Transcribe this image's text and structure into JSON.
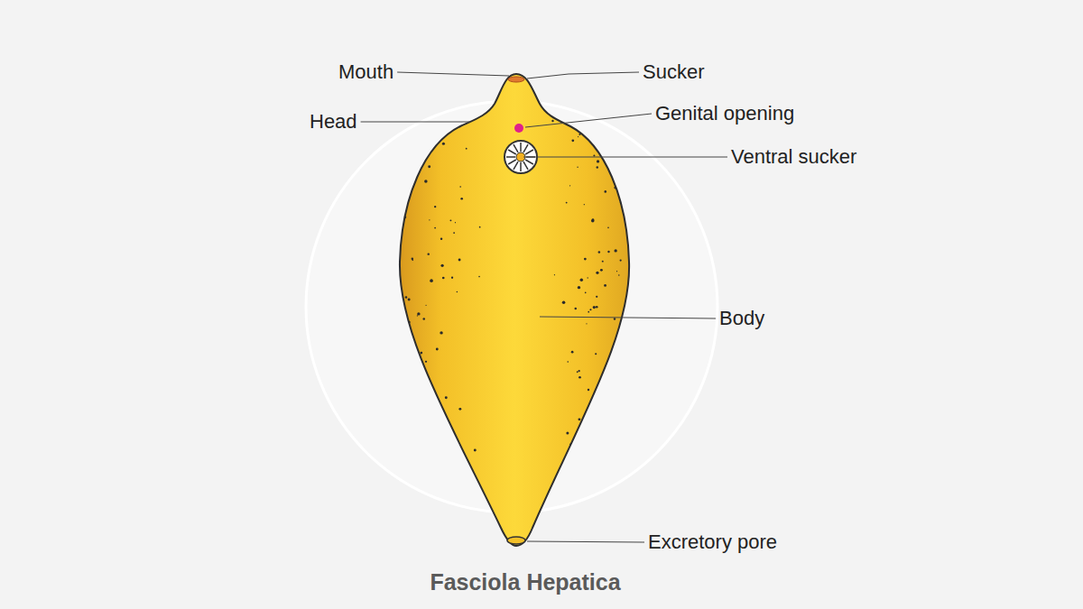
{
  "diagram": {
    "caption": "Fasciola Hepatica",
    "labels": [
      "Mouth",
      "Sucker",
      "Head",
      "Genital opening",
      "Ventral sucker",
      "Body",
      "Excretory pore"
    ]
  }
}
